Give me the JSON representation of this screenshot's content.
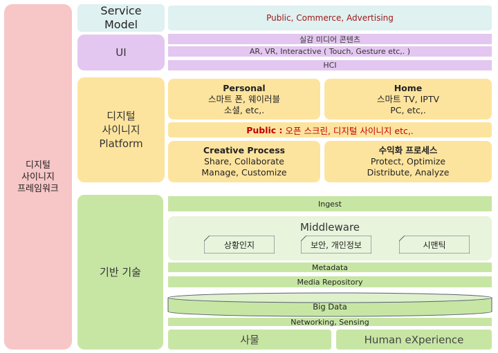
{
  "left_label": [
    "디지털",
    "사이니지",
    "프레임워크"
  ],
  "layers": {
    "service_model": {
      "title": [
        "Service",
        "Model"
      ],
      "content": "Public, Commerce, Advertising"
    },
    "ui": {
      "title": "UI",
      "rows": [
        "실감 미디어 콘텐츠",
        "AR, VR, Interactive ( Touch, Gesture etc,. )",
        "HCI"
      ]
    },
    "platform": {
      "title": [
        "디지털",
        "사이니지",
        "Platform"
      ],
      "personal": {
        "heading": "Personal",
        "lines": [
          "스마트 폰, 웨이러블",
          "소셜, etc,."
        ]
      },
      "home": {
        "heading": "Home",
        "lines": [
          "스마트 TV, IPTV",
          "PC, etc,."
        ]
      },
      "public": {
        "key": "Public :",
        "value": " 오픈 스크린, 디지털 사이니지 etc,."
      },
      "creative": {
        "heading": "Creative Process",
        "lines": [
          "Share, Collaborate",
          "Manage, Customize"
        ]
      },
      "monetize": {
        "heading": "수익화 프로세스",
        "lines": [
          "Protect, Optimize",
          "Distribute, Analyze"
        ]
      }
    },
    "base_tech": {
      "title": "기반 기술",
      "ingest": "Ingest",
      "middleware": {
        "title": "Middleware",
        "items": [
          "상황인지",
          "보안, 개인정보",
          "시맨틱"
        ]
      },
      "metadata": "Metadata",
      "media_repository": "Media Repository",
      "big_data": "Big Data",
      "networking": "Networking, Sensing",
      "things": "사물",
      "hx": "Human eXperience"
    }
  },
  "colors": {
    "left": "#f7c6c6",
    "service": "#dff1f1",
    "ui": "#e3c7f0",
    "platform": "#fde49e",
    "base": "#c7e6a4",
    "public_text": "#c00000"
  }
}
